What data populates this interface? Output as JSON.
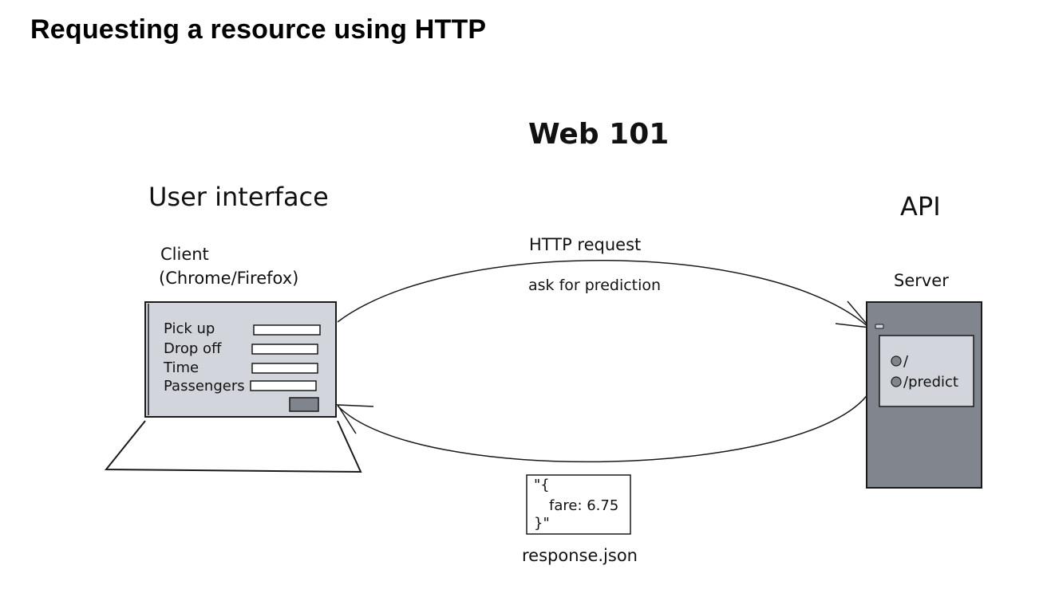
{
  "title": "Requesting a resource using HTTP",
  "diagram": {
    "heading": "Web 101",
    "left_section_label": "User interface",
    "right_section_label": "API",
    "client": {
      "label_line1": "Client",
      "label_line2": "(Chrome/Firefox)",
      "form_fields": [
        "Pick up",
        "Drop off",
        "Time",
        "Passengers"
      ]
    },
    "server": {
      "label": "Server",
      "routes": [
        "/",
        "/predict"
      ]
    },
    "request": {
      "label": "HTTP request",
      "sublabel": "ask for prediction"
    },
    "response": {
      "json_line1": "\"{",
      "json_line2": "fare: 6.75",
      "json_line3": "}\"",
      "filename": "response.json"
    }
  },
  "colors": {
    "screen_fill": "#d2d5db",
    "server_fill": "#80858e",
    "server_panel": "#d2d5db",
    "button_fill": "#7f848d",
    "stroke": "#1a1a1a"
  }
}
